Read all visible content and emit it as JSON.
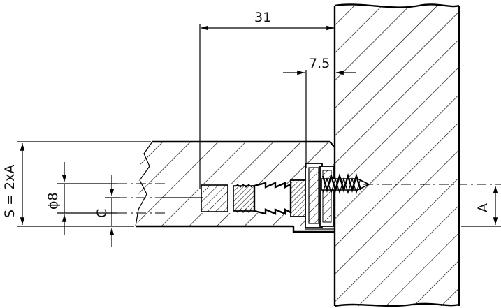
{
  "dimensions": {
    "width_31": "31",
    "offset_7_5": "7.5",
    "s_equals": "S = 2xA",
    "diameter_8": "ϕ8",
    "c_label": "C",
    "a_label": "A"
  },
  "icons": {
    "wall": "hatched-wall-section",
    "panel": "hatched-panel-section",
    "connector": "cam-connector-with-screw"
  }
}
